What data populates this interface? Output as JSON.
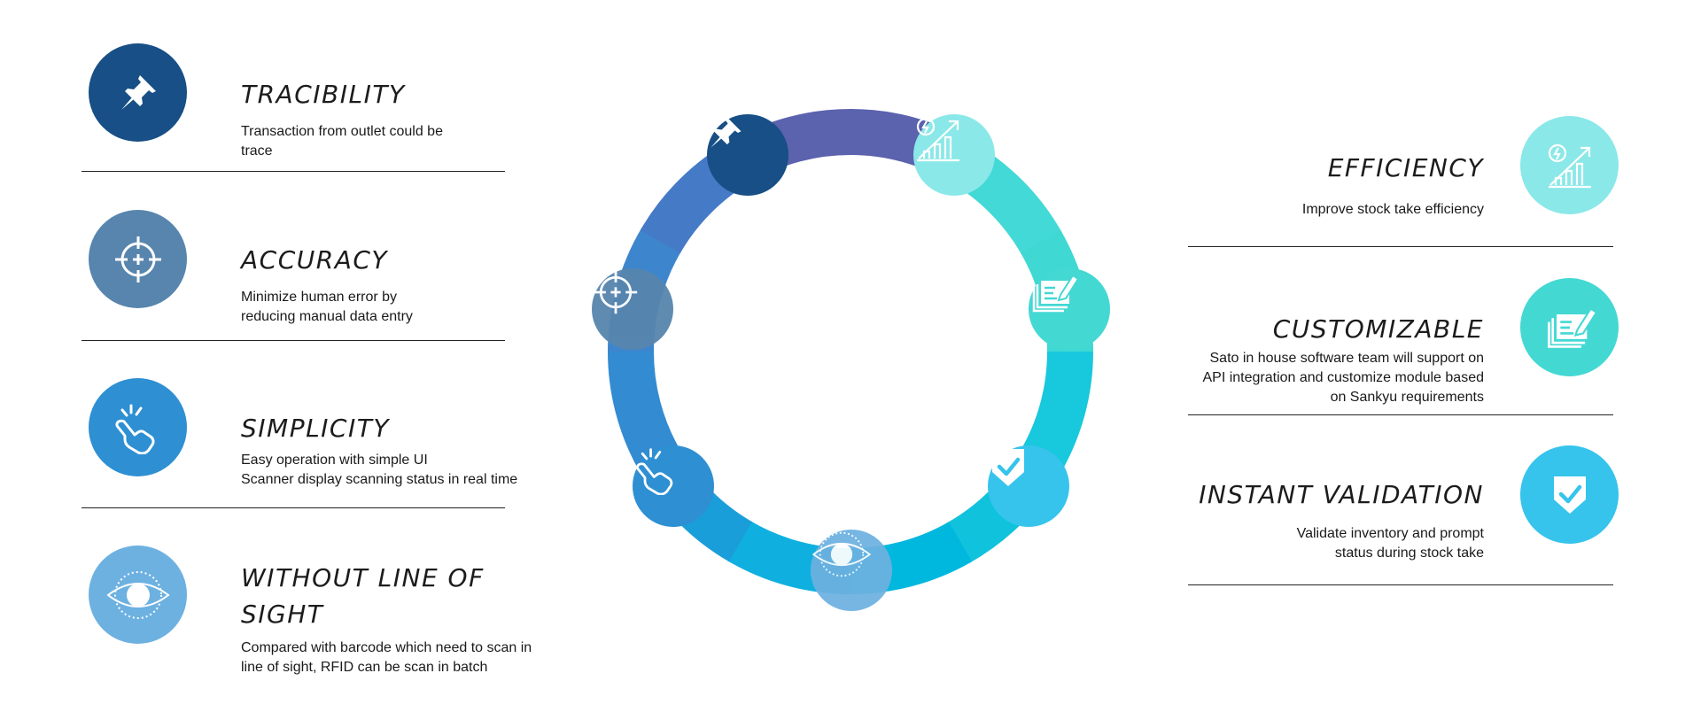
{
  "colors": {
    "tracibility": "#174f86",
    "accuracy": "#5785ad",
    "simplicity": "#2e8fd3",
    "without_line_of_sight": "#6db1e1",
    "efficiency": "#8be8e8",
    "customizable": "#44d8d3",
    "instant_validation": "#36c4ec",
    "divider": "#222222",
    "text": "#1a1a1a"
  },
  "ring_segments": [
    "#5b62ae",
    "#42d9d6",
    "#3fd8d3",
    "#18c8dc",
    "#11c2dc",
    "#00b7de",
    "#0fb0df",
    "#1a9ed9",
    "#338bd1",
    "#3d86cd",
    "#457ac7",
    "#5b62ae"
  ],
  "left_features": [
    {
      "key": "tracibility",
      "title": "TRACIBILITY",
      "description": "Transaction from outlet could be\ntrace",
      "icon": "pushpin-icon"
    },
    {
      "key": "accuracy",
      "title": "ACCURACY",
      "description": "Minimize human error by\nreducing manual data entry",
      "icon": "crosshair-icon"
    },
    {
      "key": "simplicity",
      "title": "SIMPLICITY",
      "description": "Easy operation with simple UI\nScanner display scanning status in real time",
      "icon": "finger-tap-icon"
    },
    {
      "key": "without_line_of_sight",
      "title": "WITHOUT LINE OF\nSIGHT",
      "description": "Compared with barcode which need to scan in\nline of sight, RFID can be scan in batch",
      "icon": "eye-icon"
    }
  ],
  "right_features": [
    {
      "key": "efficiency",
      "title": "EFFICIENCY",
      "description": "Improve stock take efficiency",
      "icon": "growth-chart-icon"
    },
    {
      "key": "customizable",
      "title": "CUSTOMIZABLE",
      "description": "Sato in house software team will support on\nAPI integration and customize module based\non Sankyu requirements",
      "icon": "document-edit-icon"
    },
    {
      "key": "instant_validation",
      "title": "INSTANT VALIDATION",
      "description": "Validate inventory and prompt\nstatus during stock take",
      "icon": "shield-check-icon"
    }
  ]
}
